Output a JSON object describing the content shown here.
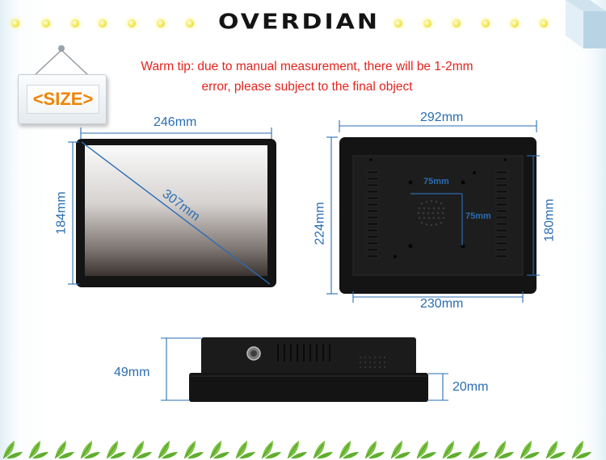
{
  "brand": {
    "name": "OVERDIAN"
  },
  "sign": {
    "label": "<SIZE>"
  },
  "warm_tip": {
    "line1": "Warm tip: due to manual measurement, there will be 1-2mm",
    "line2": "error, please subject to the final object"
  },
  "dimensions": {
    "front_width": "246mm",
    "front_height": "184mm",
    "front_diagonal": "307mm",
    "back_width": "292mm",
    "back_height": "224mm",
    "back_inner_height": "180mm",
    "back_bottom_width": "230mm",
    "vesa_horizontal": "75mm",
    "vesa_vertical": "75mm",
    "side_depth": "49mm",
    "side_bezel": "20mm"
  },
  "colors": {
    "dimension_blue": "#2a6db3",
    "tip_red": "#e5231c",
    "size_orange": "#f08300",
    "brand_black": "#141414"
  }
}
